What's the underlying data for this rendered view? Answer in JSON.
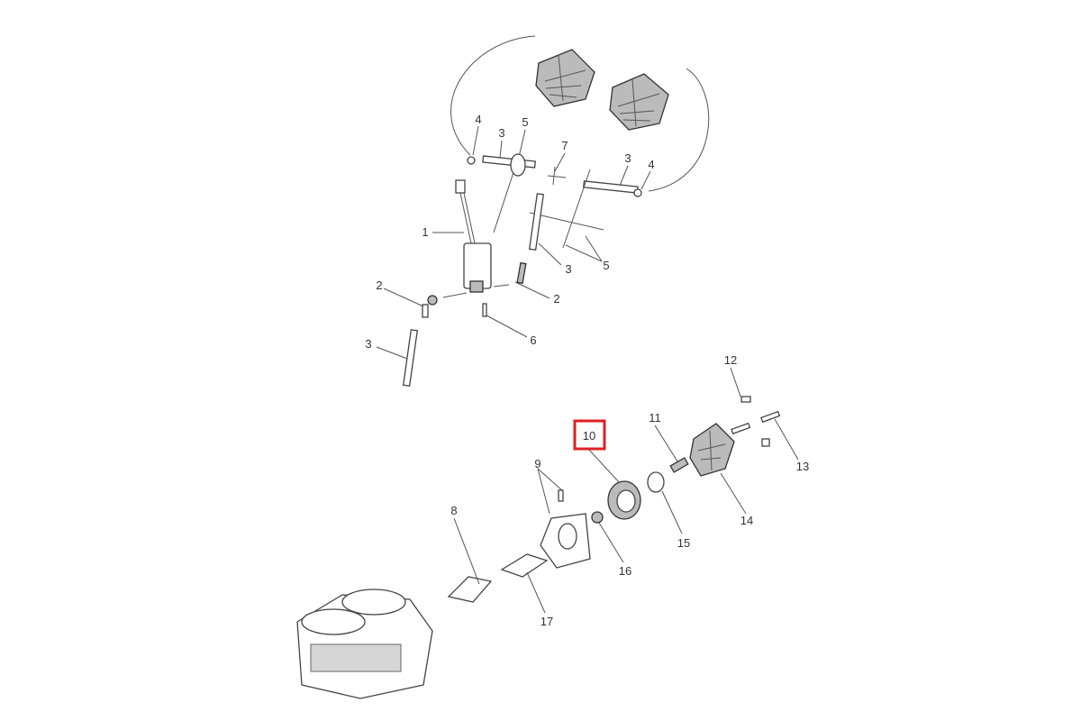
{
  "diagram": {
    "highlighted_callout": "10",
    "highlight_color": "#e02020",
    "callouts": [
      "1",
      "2",
      "2",
      "3",
      "3",
      "3",
      "3",
      "4",
      "4",
      "5",
      "5",
      "6",
      "7",
      "8",
      "9",
      "10",
      "11",
      "12",
      "13",
      "14",
      "15",
      "16",
      "17"
    ]
  }
}
